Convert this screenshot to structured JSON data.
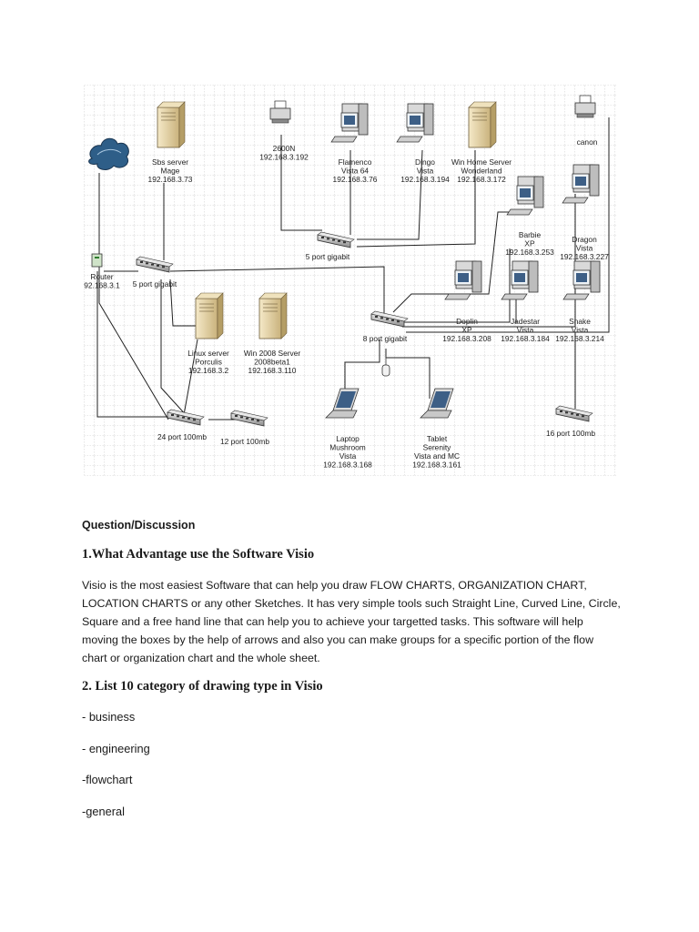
{
  "diagram": {
    "nodes": [
      {
        "id": "cloud",
        "kind": "cloud",
        "lines": []
      },
      {
        "id": "sbs",
        "kind": "server",
        "lines": [
          "Sbs server",
          "Mage",
          "192.168.3.73"
        ]
      },
      {
        "id": "printer2600",
        "kind": "printer",
        "lines": [
          "2600N",
          "192.168.3.192"
        ]
      },
      {
        "id": "flamenco",
        "kind": "pc",
        "lines": [
          "Flamenco",
          "Vista 64",
          "192.168.3.76"
        ]
      },
      {
        "id": "dingo",
        "kind": "pc",
        "lines": [
          "Dingo",
          "Vista",
          "192.168.3.194"
        ]
      },
      {
        "id": "winhome",
        "kind": "server",
        "lines": [
          "Win Home Server",
          "Wonderland",
          "192.168.3.172"
        ]
      },
      {
        "id": "canon",
        "kind": "printer",
        "lines": [
          "canon"
        ]
      },
      {
        "id": "barbie",
        "kind": "pc",
        "lines": [
          "Barbie",
          "XP",
          "192.168.3.253"
        ]
      },
      {
        "id": "dragon",
        "kind": "pc",
        "lines": [
          "Dragon",
          "Vista",
          "192.168.3.227"
        ]
      },
      {
        "id": "router",
        "kind": "router",
        "lines": [
          "Router",
          "92.168.3.1"
        ]
      },
      {
        "id": "sw5a",
        "kind": "switch",
        "lines": [
          "5 port gigabit"
        ]
      },
      {
        "id": "sw5b",
        "kind": "switch",
        "lines": [
          "5 port gigabit"
        ]
      },
      {
        "id": "linux",
        "kind": "server",
        "lines": [
          "Linux server",
          "Porculis",
          "192.168.3.2"
        ]
      },
      {
        "id": "win2008",
        "kind": "server",
        "lines": [
          "Win 2008 Server",
          "2008beta1",
          "192.168.3.110"
        ]
      },
      {
        "id": "sw8",
        "kind": "switch",
        "lines": [
          "8 port gigabit"
        ]
      },
      {
        "id": "doplin",
        "kind": "pc",
        "lines": [
          "Doplin",
          "XP",
          "192.168.3.208"
        ]
      },
      {
        "id": "jadestar",
        "kind": "pc",
        "lines": [
          "Jadestar",
          "Vista",
          "192.168.3.184"
        ]
      },
      {
        "id": "snake",
        "kind": "pc",
        "lines": [
          "Snake",
          "Vista",
          "192.168.3.214"
        ]
      },
      {
        "id": "wap",
        "kind": "wap",
        "lines": []
      },
      {
        "id": "sw24",
        "kind": "switch",
        "lines": [
          "24 port 100mb"
        ]
      },
      {
        "id": "sw12",
        "kind": "switch",
        "lines": [
          "12  port 100mb"
        ]
      },
      {
        "id": "laptop",
        "kind": "laptop",
        "lines": [
          "Laptop",
          "Mushroom",
          "Vista",
          "192.168.3.168"
        ]
      },
      {
        "id": "tablet",
        "kind": "laptop",
        "lines": [
          "Tablet",
          "Serenity",
          "Vista and MC",
          "192.168.3.161"
        ]
      },
      {
        "id": "sw16",
        "kind": "switch",
        "lines": [
          "16 port 100mb"
        ]
      }
    ]
  },
  "document": {
    "section_heading": "Question/Discussion",
    "q1": "1.What Advantage use the Software Visio",
    "answer1_lines": [
      "Visio is the most easiest Software that can help you draw FLOW CHARTS, ORGANIZATION CHART,",
      "LOCATION CHARTS or any other Sketches. It has very simple tools such Straight Line, Curved Line, Circle,",
      "Square and a free hand line that can help you to achieve your targetted tasks. This software will help",
      "moving the boxes by the help of arrows and also you can make groups for a specific portion of the flow",
      "chart or organization chart and the whole sheet."
    ],
    "q2": "2. List 10 category of drawing type in Visio",
    "list": [
      "- business",
      "- engineering",
      "-flowchart",
      "-general"
    ]
  }
}
